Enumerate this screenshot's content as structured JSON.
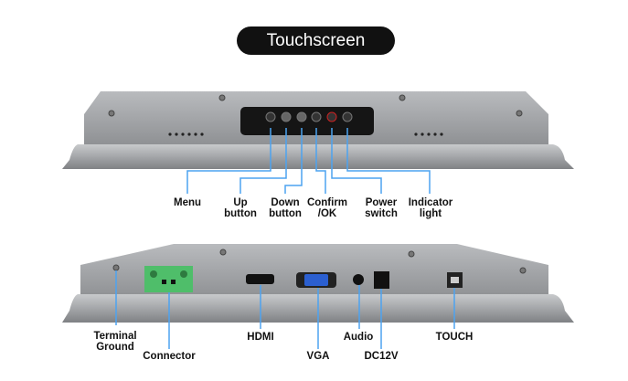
{
  "title": "Touchscreen",
  "top_view": {
    "labels": [
      {
        "line1": "Menu",
        "line2": ""
      },
      {
        "line1": "Up",
        "line2": "button"
      },
      {
        "line1": "Down",
        "line2": "button"
      },
      {
        "line1": "Confirm",
        "line2": "/OK"
      },
      {
        "line1": "Power",
        "line2": "switch"
      },
      {
        "line1": "Indicator",
        "line2": "light"
      }
    ]
  },
  "bottom_view": {
    "labels": [
      {
        "line1": "Terminal",
        "line2": "Ground"
      },
      {
        "line1": "Connector",
        "line2": ""
      },
      {
        "line1": "HDMI",
        "line2": ""
      },
      {
        "line1": "VGA",
        "line2": ""
      },
      {
        "line1": "Audio",
        "line2": ""
      },
      {
        "line1": "DC12V",
        "line2": ""
      },
      {
        "line1": "TOUCH",
        "line2": ""
      }
    ]
  },
  "colors": {
    "leader_line": "#4da3f0",
    "device_gray": "#a8aaad",
    "title_bg": "#111111"
  }
}
